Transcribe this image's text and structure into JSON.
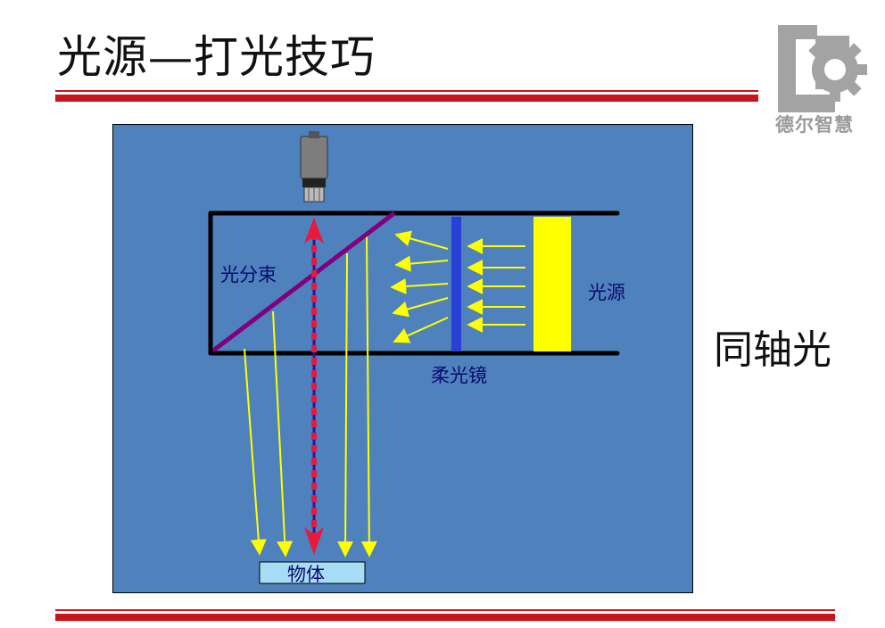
{
  "title": "光源—打光技巧",
  "logo": {
    "text": "德尔智慧",
    "color": "#9a9a9a"
  },
  "side_label": "同轴光",
  "diagram": {
    "background": "#4f81bd",
    "labels": {
      "beam_splitter": "光分束",
      "light_source": "光源",
      "diffuser": "柔光镜",
      "object": "物体"
    },
    "colors": {
      "light_rays": "#ffff00",
      "light_source": "#ffff00",
      "diffuser": "#2a3fd6",
      "beam_splitter": "#800080",
      "optical_axis_red": "#e8193c",
      "optical_axis_blue": "#1a1aa0",
      "object": "#a6dcf5"
    }
  },
  "accent_color": "#c8141b"
}
